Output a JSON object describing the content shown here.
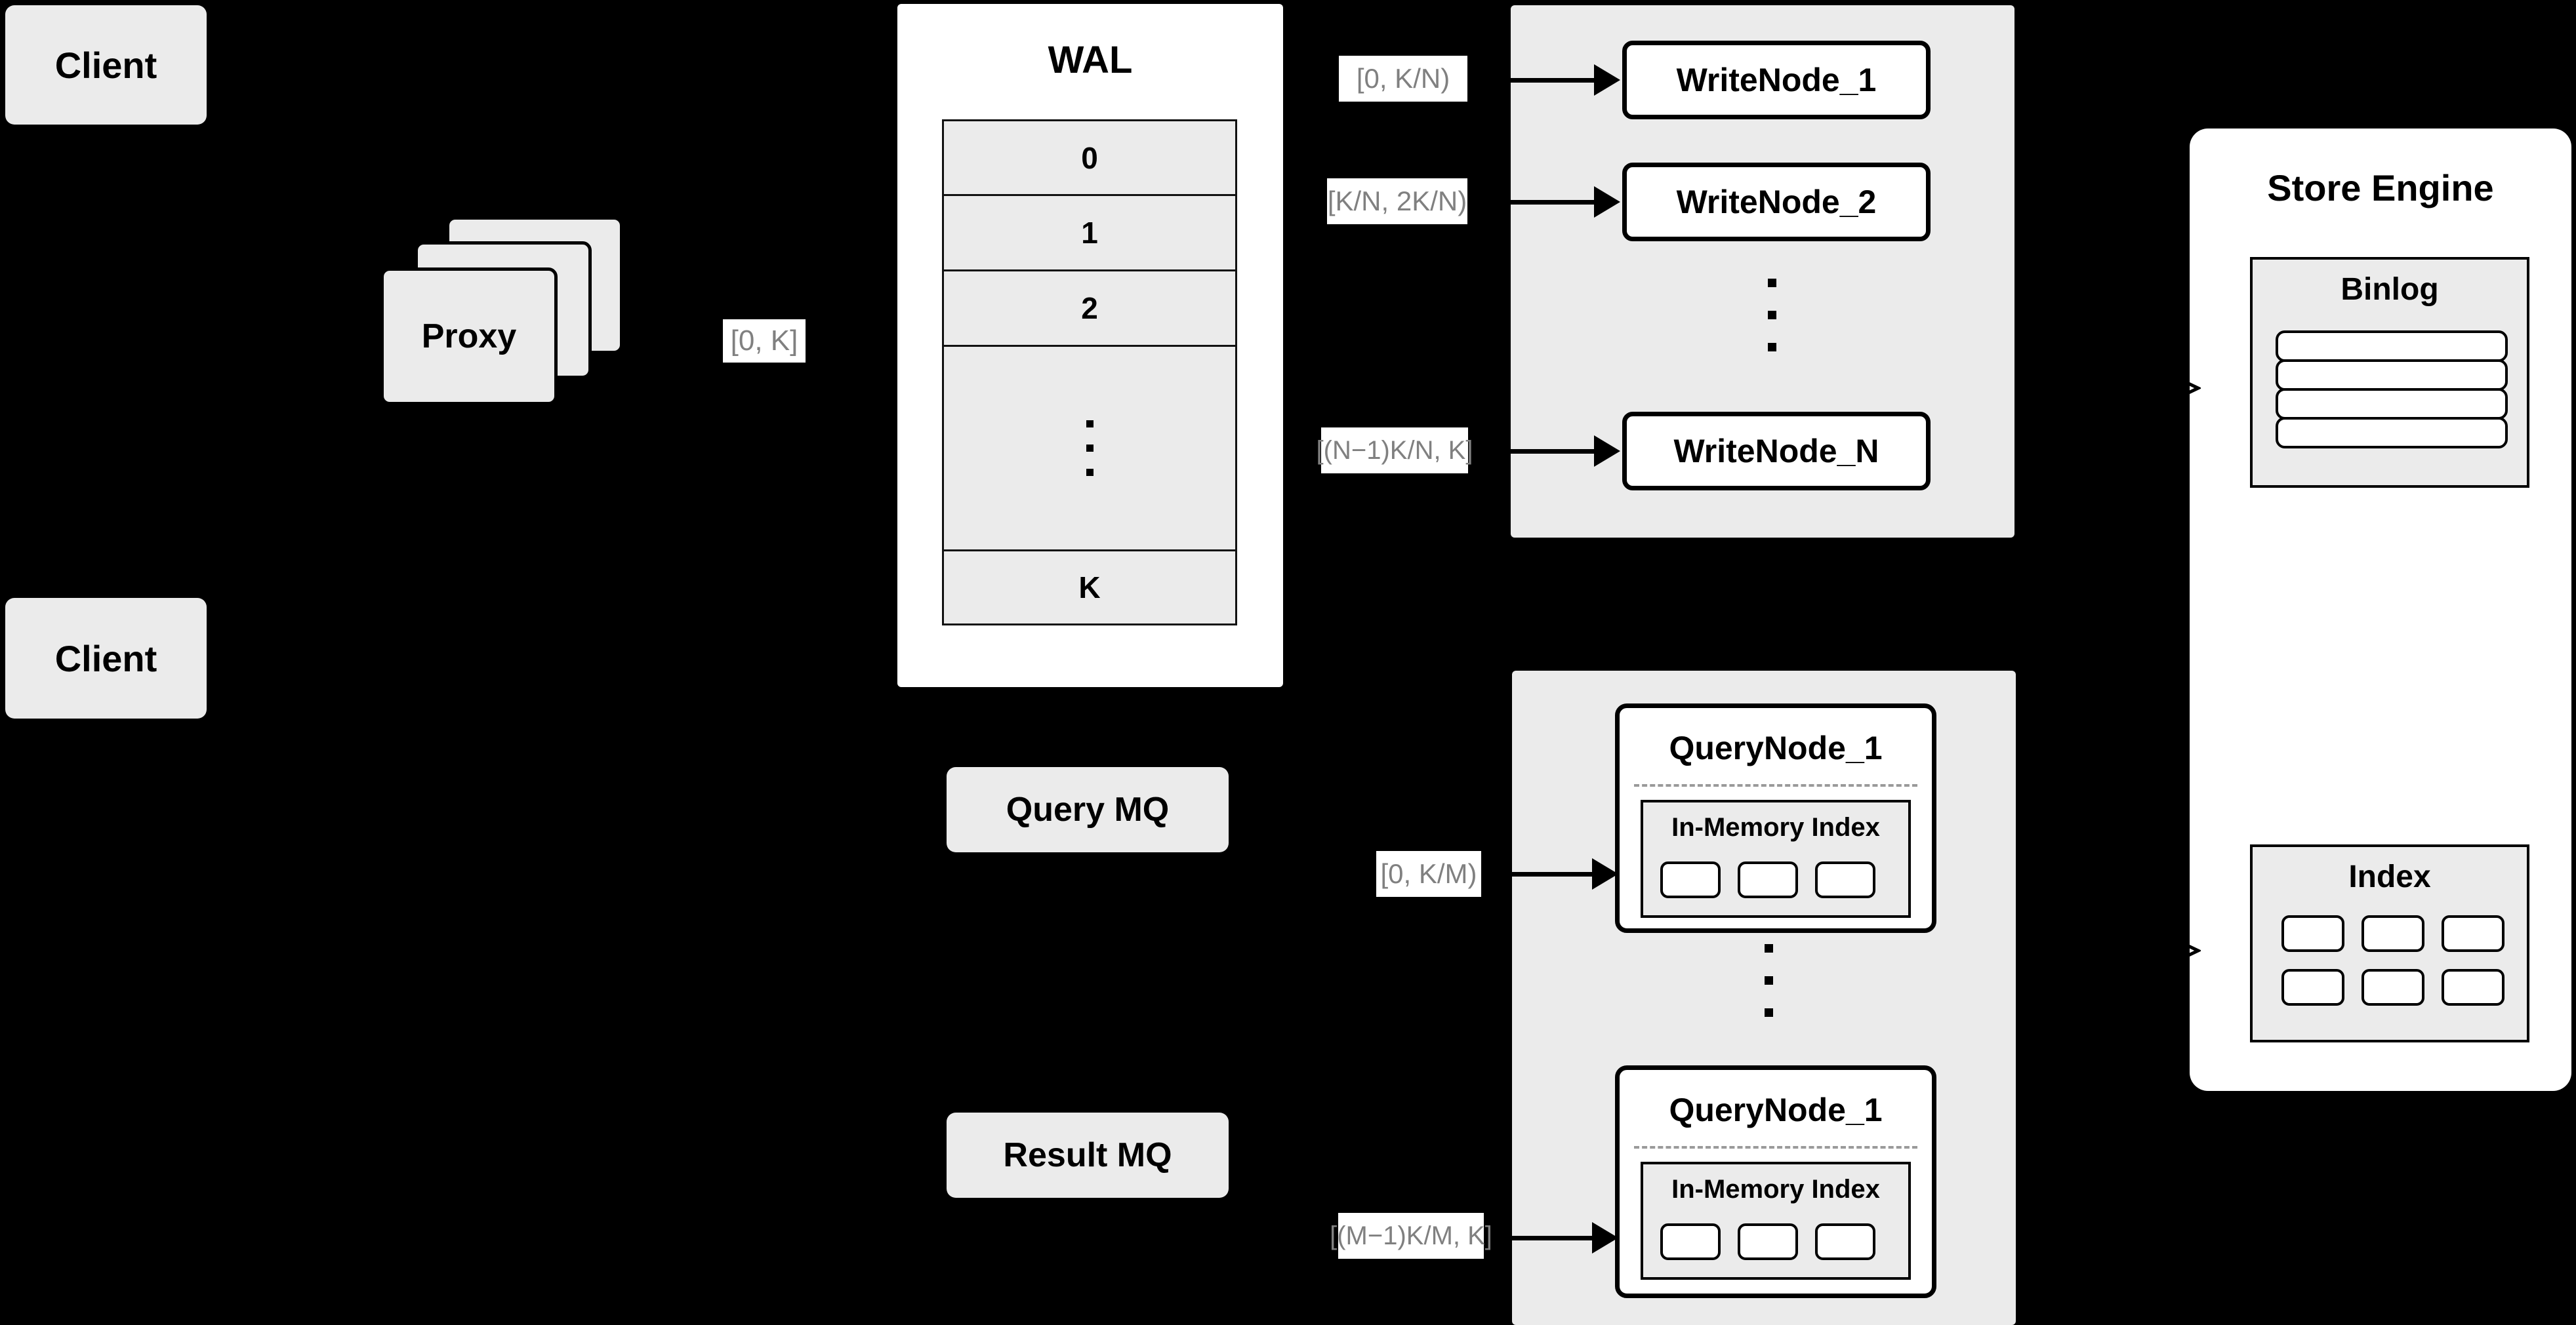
{
  "diagram": {
    "title": "Distributed write/query architecture",
    "colors": {
      "background": "#000000",
      "panel_grey": "#ebebeb",
      "panel_white": "#ffffff",
      "stroke": "#000000",
      "label_text": "#808080",
      "divider": "#9a9a9a"
    }
  },
  "clients": [
    {
      "label": "Client"
    },
    {
      "label": "Client"
    }
  ],
  "proxy": {
    "label": "Proxy",
    "stack_count": 3,
    "output_range_label": "[0, K]"
  },
  "wal": {
    "title": "WAL",
    "rows": [
      "0",
      "1",
      "2",
      "⋮",
      "K"
    ],
    "ellipsis_row_index": 3
  },
  "write_nodes": {
    "container_name": "write-node-cluster",
    "nodes": [
      {
        "label": "WriteNode_1",
        "range_label": "[0,  K/N)"
      },
      {
        "label": "WriteNode_2",
        "range_label": "[K/N, 2K/N)"
      },
      {
        "label": "WriteNode_N",
        "range_label": "[(N−1)K/N,  K]"
      }
    ],
    "ellipsis_between": true
  },
  "query_nodes": {
    "container_name": "query-node-cluster",
    "nodes": [
      {
        "label": "QueryNode_1",
        "range_label": "[0, K/M)",
        "in_memory_index": {
          "title": "In-Memory Index",
          "segment_count": 3
        }
      },
      {
        "label": "QueryNode_1",
        "range_label": "[(M−1)K/M, K]",
        "in_memory_index": {
          "title": "In-Memory Index",
          "segment_count": 3
        }
      }
    ],
    "ellipsis_between": true
  },
  "message_queues": [
    {
      "label": "Query MQ"
    },
    {
      "label": "Result MQ"
    }
  ],
  "store_engine": {
    "title": "Store Engine",
    "binlog": {
      "title": "Binlog",
      "row_count": 4
    },
    "index": {
      "title": "Index",
      "rows": 2,
      "cols": 3,
      "cell_count": 6
    }
  }
}
